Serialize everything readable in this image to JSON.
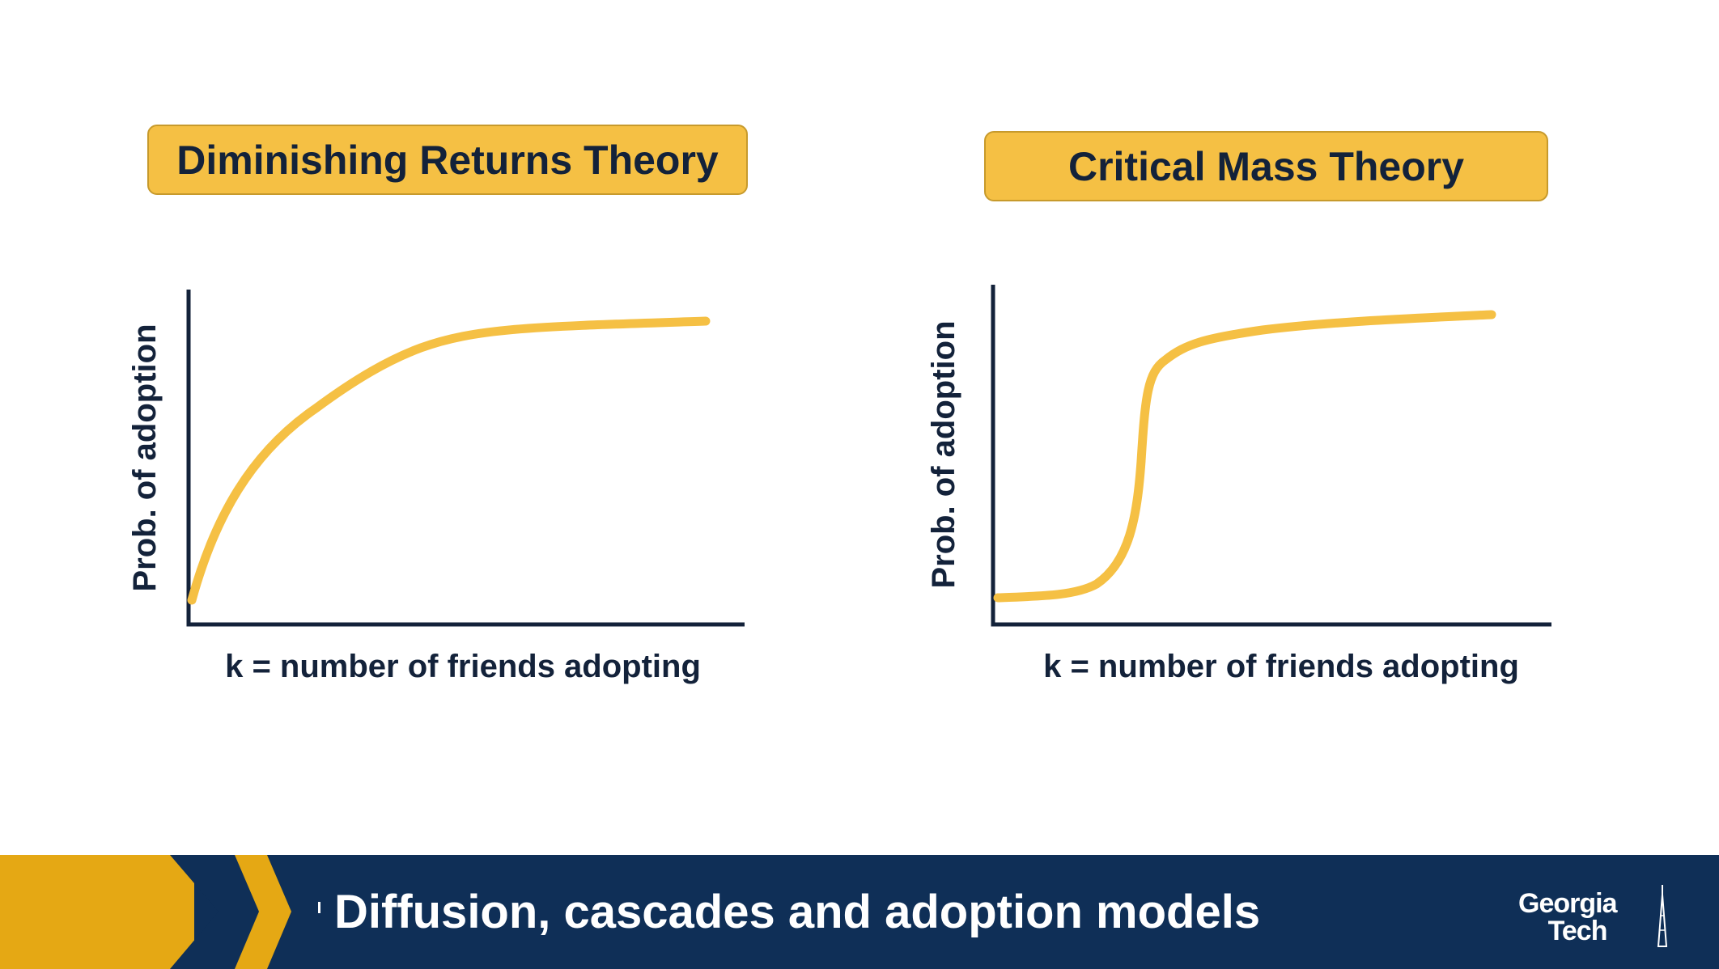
{
  "left_panel": {
    "title": "Diminishing Returns Theory",
    "ylabel": "Prob. of adoption",
    "xlabel": "k = number of friends adopting"
  },
  "right_panel": {
    "title": "Critical Mass Theory",
    "ylabel": "Prob. of adoption",
    "xlabel": "k = number of friends adopting"
  },
  "footer": {
    "title": "Diffusion, cascades and adoption models",
    "logo_line1": "Georgia",
    "logo_line2": "Tech"
  },
  "colors": {
    "curve": "#f5c044",
    "axis": "#13223a",
    "footer_bg": "#0f2f57",
    "footer_gold": "#e5a814",
    "label_bg": "#f5c044"
  }
}
